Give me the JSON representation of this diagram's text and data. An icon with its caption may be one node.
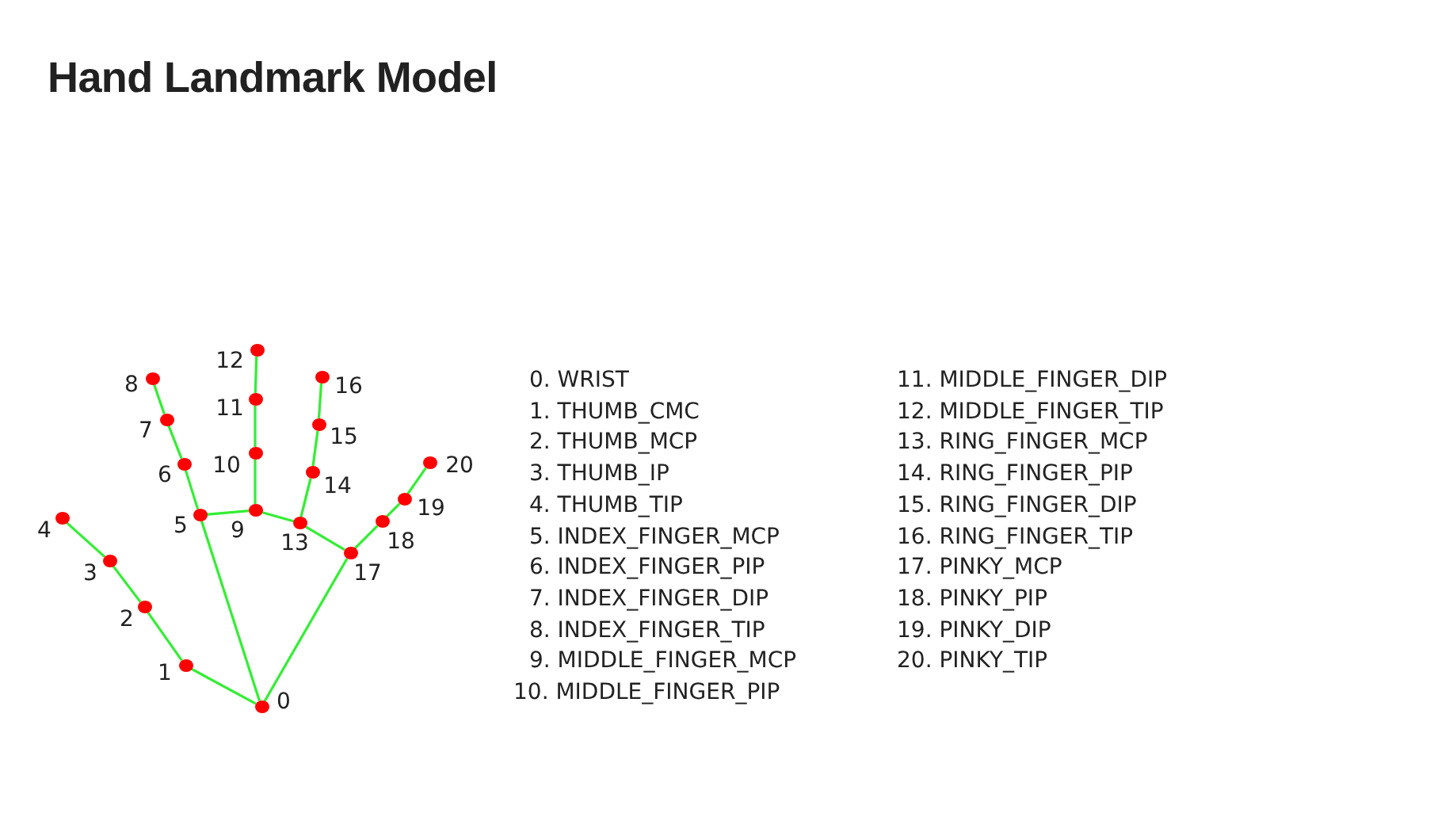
{
  "diagram": {
    "title": "Hand Landmark Model",
    "nodes": [
      {
        "text": [],
        "shape": "circle",
        "beside": [
          "0"
        ]
      },
      {
        "text": [],
        "shape": "circle",
        "beside": [
          "1"
        ]
      },
      {
        "text": [],
        "shape": "circle",
        "beside": [
          "2"
        ]
      },
      {
        "text": [],
        "shape": "circle",
        "beside": [
          "3"
        ]
      },
      {
        "text": [],
        "shape": "circle",
        "beside": [
          "4"
        ]
      },
      {
        "text": [],
        "shape": "circle",
        "beside": [
          "5"
        ]
      },
      {
        "text": [],
        "shape": "circle",
        "beside": [
          "6"
        ]
      },
      {
        "text": [],
        "shape": "circle",
        "beside": [
          "7"
        ]
      },
      {
        "text": [],
        "shape": "circle",
        "beside": [
          "8"
        ]
      },
      {
        "text": [],
        "shape": "circle",
        "beside": [
          "9"
        ]
      },
      {
        "text": [],
        "shape": "circle",
        "beside": [
          "10"
        ]
      },
      {
        "text": [],
        "shape": "circle",
        "beside": [
          "11"
        ]
      },
      {
        "text": [],
        "shape": "circle",
        "beside": [
          "12"
        ]
      },
      {
        "text": [],
        "shape": "circle",
        "beside": [
          "13"
        ]
      },
      {
        "text": [],
        "shape": "circle",
        "beside": [
          "14"
        ]
      },
      {
        "text": [],
        "shape": "circle",
        "beside": [
          "15"
        ]
      },
      {
        "text": [],
        "shape": "circle",
        "beside": [
          "16"
        ]
      },
      {
        "text": [],
        "shape": "circle",
        "beside": [
          "17"
        ]
      },
      {
        "text": [],
        "shape": "circle",
        "beside": [
          "18"
        ]
      },
      {
        "text": [],
        "shape": "circle",
        "beside": [
          "19"
        ]
      },
      {
        "text": [],
        "shape": "circle",
        "beside": [
          "20"
        ]
      }
    ],
    "edges": [
      {
        "from": 0,
        "to": 1,
        "arrow": "none"
      },
      {
        "from": 1,
        "to": 2,
        "arrow": "none"
      },
      {
        "from": 2,
        "to": 3,
        "arrow": "none"
      },
      {
        "from": 3,
        "to": 4,
        "arrow": "none"
      },
      {
        "from": 0,
        "to": 5,
        "arrow": "none"
      },
      {
        "from": 5,
        "to": 6,
        "arrow": "none"
      },
      {
        "from": 6,
        "to": 7,
        "arrow": "none"
      },
      {
        "from": 7,
        "to": 8,
        "arrow": "none"
      },
      {
        "from": 5,
        "to": 9,
        "arrow": "none"
      },
      {
        "from": 9,
        "to": 10,
        "arrow": "none"
      },
      {
        "from": 10,
        "to": 11,
        "arrow": "none"
      },
      {
        "from": 11,
        "to": 12,
        "arrow": "none"
      },
      {
        "from": 9,
        "to": 13,
        "arrow": "none"
      },
      {
        "from": 13,
        "to": 14,
        "arrow": "none"
      },
      {
        "from": 14,
        "to": 15,
        "arrow": "none"
      },
      {
        "from": 15,
        "to": 16,
        "arrow": "none"
      },
      {
        "from": 13,
        "to": 17,
        "arrow": "none"
      },
      {
        "from": 0,
        "to": 17,
        "arrow": "none"
      },
      {
        "from": 17,
        "to": 18,
        "arrow": "none"
      },
      {
        "from": 18,
        "to": 19,
        "arrow": "none"
      },
      {
        "from": 19,
        "to": 20,
        "arrow": "none"
      }
    ],
    "labels": [
      "0. WRIST",
      "1. THUMB_CMC",
      "2. THUMB_MCP",
      "3. THUMB_IP",
      "4. THUMB_TIP",
      "5. INDEX_FINGER_MCP",
      "6. INDEX_FINGER_PIP",
      "7. INDEX_FINGER_DIP",
      "8. INDEX_FINGER_TIP",
      "9. MIDDLE_FINGER_MCP",
      "10. MIDDLE_FINGER_PIP",
      "11. MIDDLE_FINGER_DIP",
      "12. MIDDLE_FINGER_TIP",
      "13. RING_FINGER_MCP",
      "14. RING_FINGER_PIP",
      "15. RING_FINGER_DIP",
      "16. RING_FINGER_TIP",
      "17. PINKY_MCP",
      "18. PINKY_PIP",
      "19. PINKY_DIP",
      "20. PINKY_TIP"
    ]
  }
}
